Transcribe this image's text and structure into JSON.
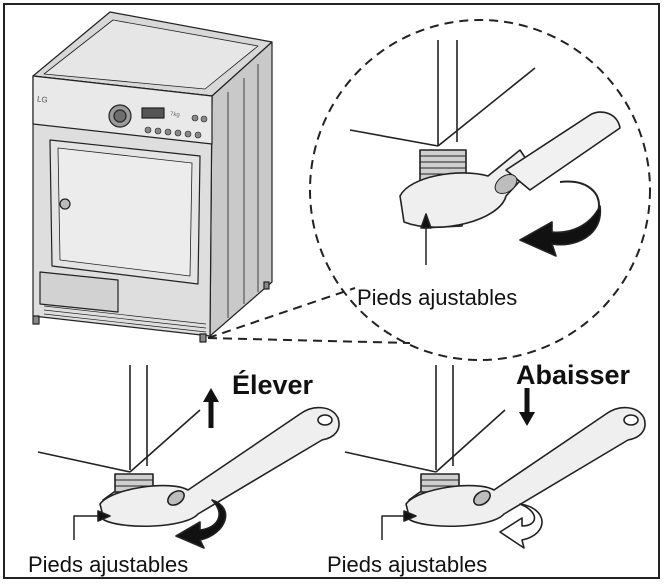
{
  "appliance": {
    "brand_logo": "LG",
    "capacity_badge": "7kg"
  },
  "zoom_detail": {
    "caption": "Pieds ajustables"
  },
  "raise_panel": {
    "action_label": "Élever",
    "caption": "Pieds ajustables",
    "arrow": "up-arrow-icon"
  },
  "lower_panel": {
    "action_label": "Abaisser",
    "caption": "Pieds ajustables",
    "arrow": "down-arrow-icon"
  },
  "colors": {
    "stroke": "#222222",
    "body_fill": "#dcdcdc",
    "shade_fill": "#bcbcbc",
    "dark_fill": "#8a8a8a"
  }
}
